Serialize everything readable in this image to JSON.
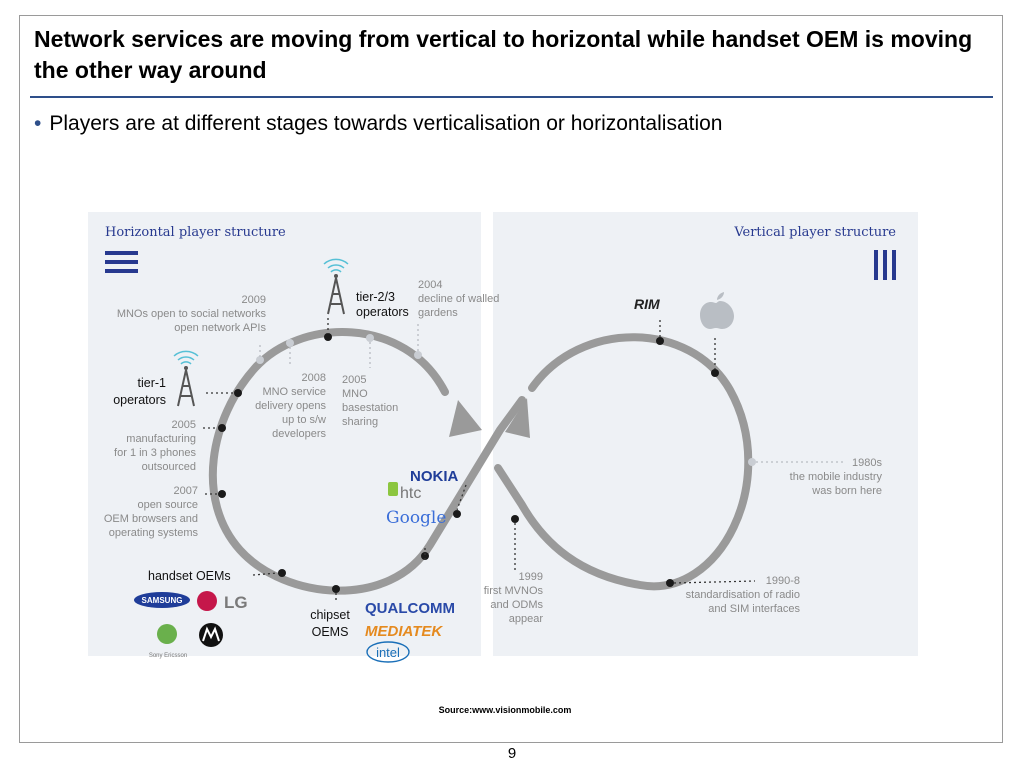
{
  "slide": {
    "title": "Network services are moving from vertical to horizontal while handset OEM is moving the other way around",
    "bullet": "Players are at different stages towards verticalisation or horizontalisation",
    "source": "Source:www.visionmobile.com",
    "page_number": "9"
  },
  "diagram": {
    "left_heading": "Horizontal player structure",
    "right_heading": "Vertical player structure",
    "accent_color": "#27398f",
    "track_color": "#9a9a9a",
    "panel_color": "#eef1f5",
    "annotations": {
      "a2009": [
        "2009",
        "MNOs open to social networks",
        "open network APIs"
      ],
      "a2004": [
        "2004",
        "decline of walled",
        "gardens"
      ],
      "a2008": [
        "2008",
        "MNO service",
        "delivery opens",
        "up to s/w",
        "developers"
      ],
      "a2005b": [
        "2005",
        "MNO",
        "basestation",
        "sharing"
      ],
      "a2005": [
        "2005",
        "manufacturing",
        "for 1 in 3 phones",
        "outsourced"
      ],
      "a2007": [
        "2007",
        "open source",
        "OEM browsers and",
        "operating systems"
      ],
      "a1980": [
        "1980s",
        "the mobile industry",
        "was born here"
      ],
      "a1999": [
        "1999",
        "first MVNOs",
        "and ODMs",
        "appear"
      ],
      "a1990": [
        "1990-8",
        "standardisation of radio",
        "and SIM interfaces"
      ]
    },
    "players": {
      "tier23": [
        "tier-2/3",
        "operators"
      ],
      "tier1": [
        "tier-1",
        "operators"
      ],
      "handset": "handset OEMs",
      "chipset": [
        "chipset",
        "OEMS"
      ]
    },
    "logos": {
      "samsung": "SAMSUNG",
      "lg": "LG",
      "sony_ericsson": "Sony Ericsson",
      "qualcomm": "QUALCOMM",
      "mediatek": "MEDIATEK",
      "intel": "intel",
      "nokia": "NOKIA",
      "htc": "htc",
      "google": "Google",
      "rim": "RIM"
    }
  }
}
